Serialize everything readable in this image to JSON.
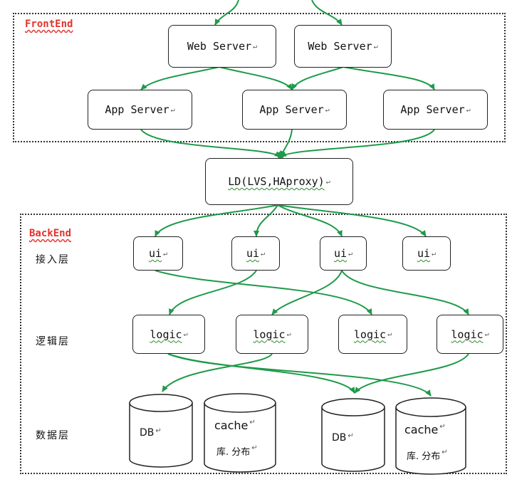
{
  "mark": "↵",
  "frontend": {
    "label": "FrontEnd",
    "web_servers": [
      "Web Server",
      "Web Server"
    ],
    "app_servers": [
      "App Server",
      "App Server",
      "App Server"
    ]
  },
  "load_balancer": {
    "label": "LD(LVS,HAproxy)"
  },
  "backend": {
    "label": "BackEnd",
    "access_layer_label": "接入层",
    "logic_layer_label": "逻辑层",
    "data_layer_label": "数据层",
    "ui_nodes": [
      "ui",
      "ui",
      "ui",
      "ui"
    ],
    "logic_nodes": [
      "logic",
      "logic",
      "logic",
      "logic"
    ],
    "stores": [
      {
        "name": "DB",
        "subtitle": ""
      },
      {
        "name": "cache",
        "subtitle": "库. 分布"
      },
      {
        "name": "DB",
        "subtitle": ""
      },
      {
        "name": "cache",
        "subtitle": "库. 分布"
      }
    ]
  },
  "colors": {
    "arrow": "#1e9a49",
    "section_label": "#e4322b",
    "border": "#222222"
  }
}
